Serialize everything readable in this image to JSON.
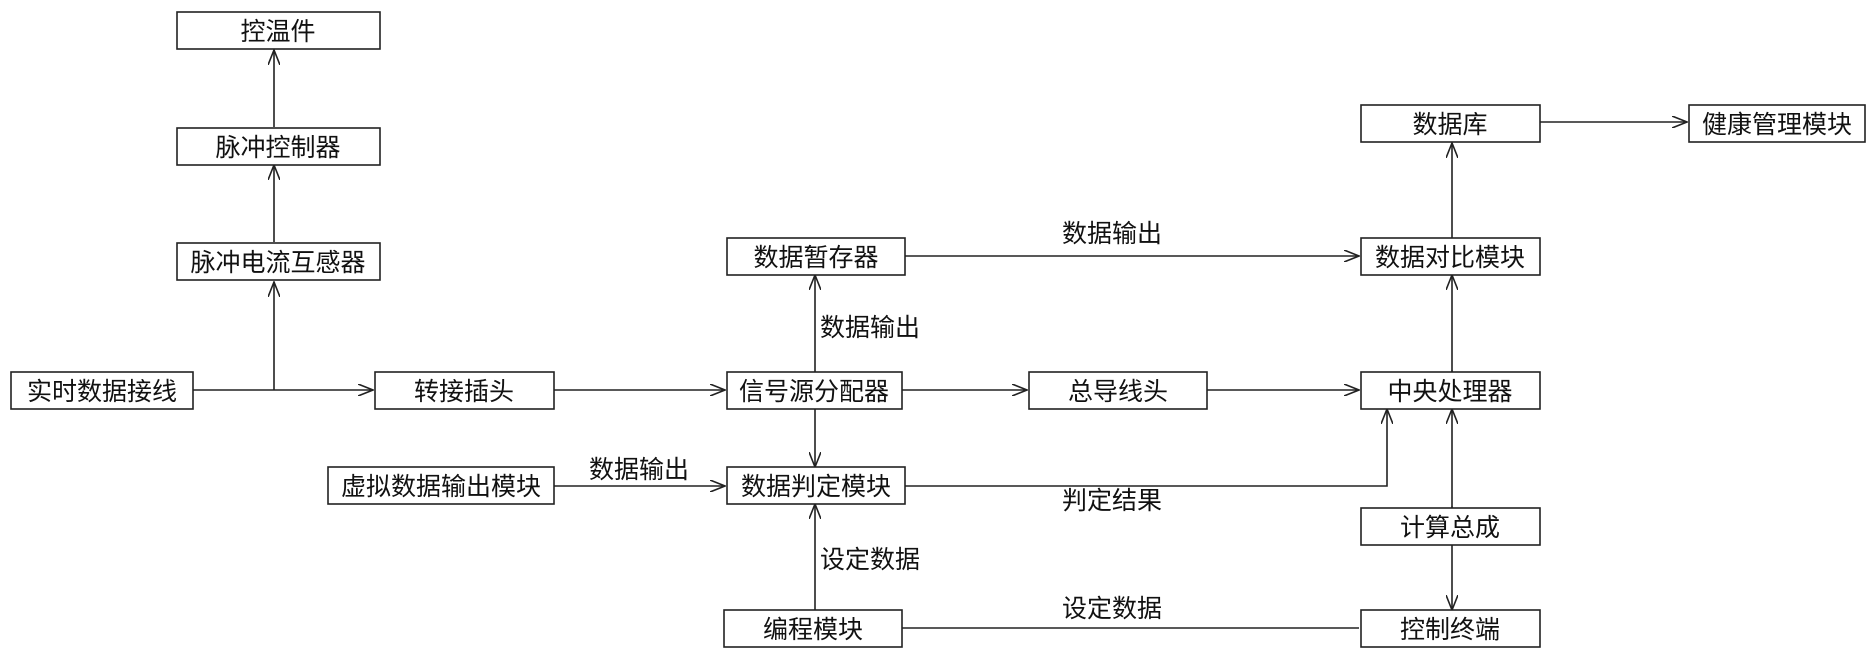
{
  "nodes": {
    "temp_control": "控温件",
    "pulse_controller": "脉冲控制器",
    "pulse_ct": "脉冲电流互感器",
    "realtime_wire": "实时数据接线",
    "adapter_plug": "转接插头",
    "signal_distributor": "信号源分配器",
    "data_buffer": "数据暂存器",
    "virtual_output": "虚拟数据输出模块",
    "data_judge": "数据判定模块",
    "programming": "编程模块",
    "main_connector": "总导线头",
    "database": "数据库",
    "health_mgmt": "健康管理模块",
    "data_compare": "数据对比模块",
    "cpu": "中央处理器",
    "calc_assembly": "计算总成",
    "control_terminal": "控制终端"
  },
  "edge_labels": {
    "buffer_to_compare": "数据输出",
    "distributor_to_buffer": "数据输出",
    "virtual_to_judge": "数据输出",
    "judge_to_cpu": "判定结果",
    "program_to_judge": "设定数据",
    "program_to_terminal": "设定数据"
  }
}
